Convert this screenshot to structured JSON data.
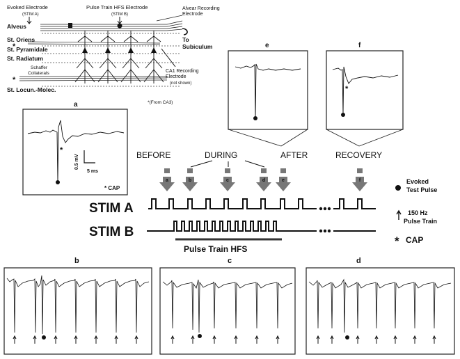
{
  "anatomy": {
    "evoked_electrode": "Evoked Electrode",
    "stim_a_tag": "(STIM A)",
    "pulse_train_electrode": "Pulse Train HFS Electrode",
    "stim_b_tag": "(STIM B)",
    "alvear_recording_line1": "Alvear Recording",
    "alvear_recording_line2": "Electrode",
    "to_subiculum_line1": "To",
    "to_subiculum_line2": "Subiculum",
    "layers": {
      "alveus": "Alveus",
      "oriens": "St. Oriens",
      "pyramidale": "St. Pyramidale",
      "radiatum": "St. Radiatum",
      "schaffer_line1": "Schaffer",
      "schaffer_line2": "Collaterals",
      "lacunosum": "St. Locun.-Molec."
    },
    "ca1_recording_line1": "CA1 Recording",
    "ca1_recording_line2": "Electrode",
    "ca1_not_shown": "(not shown)",
    "from_ca3": "*(From CA3)",
    "star": "*"
  },
  "inset_a": {
    "label": "a",
    "star": "*",
    "scale_mv": "0.5 mV",
    "scale_ms": "5 ms",
    "cap_note": "* CAP"
  },
  "inset_e": {
    "label": "e"
  },
  "inset_f": {
    "label": "f",
    "star": "*"
  },
  "phases": {
    "before": "BEFORE",
    "during": "DURING",
    "after": "AFTER",
    "recovery": "RECOVERY"
  },
  "markers": [
    "a",
    "b",
    "c",
    "d",
    "e",
    "f"
  ],
  "stim_a_label": "STIM A",
  "stim_b_label": "STIM B",
  "pulse_train_hfs": "Pulse Train HFS",
  "legend": {
    "evoked_line1": "Evoked",
    "evoked_line2": "Test Pulse",
    "hz_line1": "150 Hz",
    "hz_line2": "Pulse Train",
    "cap": "CAP",
    "star": "*"
  },
  "bottom_panels": [
    {
      "label": "b"
    },
    {
      "label": "c"
    },
    {
      "label": "d"
    }
  ],
  "colors": {
    "marker_fill": "#777777",
    "line": "#111111",
    "panel_border": "#222222"
  }
}
